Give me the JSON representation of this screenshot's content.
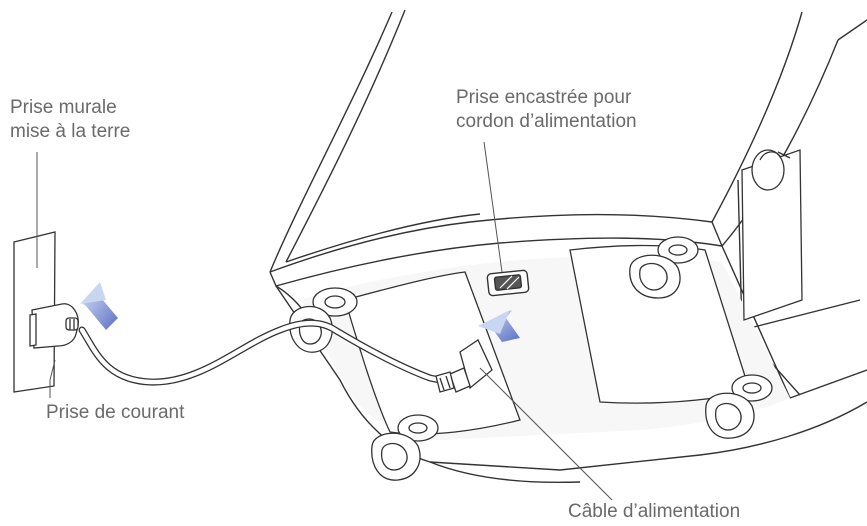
{
  "labels": {
    "wall_outlet": {
      "line1": "Prise murale",
      "line2": "mise à la terre"
    },
    "power_inlet": {
      "line1": "Prise encastrée pour",
      "line2": "cordon d’alimentation"
    },
    "plug": "Prise de courant",
    "power_cable": "Câble d’alimentation"
  },
  "colors": {
    "line": "#333333",
    "label_text": "#6a6a6a",
    "leader_line": "#555555",
    "arrow_light": "#c9d6f2",
    "arrow_dark": "#5a70c4",
    "fill": "#ffffff",
    "shade": "#f3f3f3"
  }
}
